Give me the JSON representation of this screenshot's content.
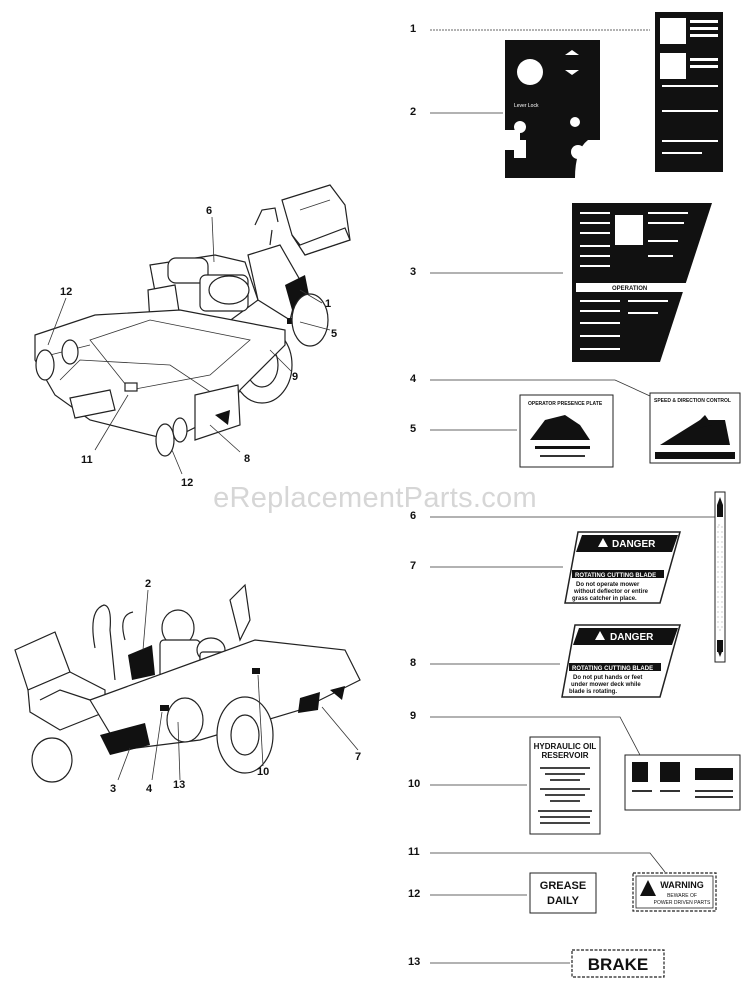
{
  "watermark": "eReplacementParts.com",
  "mower_top_callouts": [
    "6",
    "12",
    "1",
    "5",
    "9",
    "11",
    "12",
    "8"
  ],
  "mower_bottom_callouts": [
    "2",
    "3",
    "4",
    "13",
    "10",
    "7"
  ],
  "decal_numbers": [
    "1",
    "2",
    "3",
    "4",
    "5",
    "6",
    "7",
    "8",
    "9",
    "10",
    "11",
    "12",
    "13"
  ],
  "decals": {
    "d2": {
      "lever_label": "Lever Lock"
    },
    "d3": {
      "header": "OPERATION"
    },
    "d4": {
      "title": "SPEED & DIRECTION CONTROL"
    },
    "d5": {
      "title": "OPERATOR PRESENCE PLATE"
    },
    "d7": {
      "title": "DANGER",
      "line1": "ROTATING CUTTING BLADE",
      "line2": "Do not operate mower",
      "line3": "without deflector or entire",
      "line4": "grass catcher in place."
    },
    "d8": {
      "title": "DANGER",
      "line1": "ROTATING CUTTING BLADE",
      "line2": "Do not put hands or feet",
      "line3": "under mower deck while",
      "line4": "blade is rotating."
    },
    "d10": {
      "line1": "HYDRAULIC OIL",
      "line2": "RESERVOIR"
    },
    "d11": {
      "title": "WARNING",
      "line1": "BEWARE OF",
      "line2": "POWER DRIVEN PARTS"
    },
    "d12": {
      "line1": "GREASE",
      "line2": "DAILY"
    },
    "d13": {
      "label": "BRAKE"
    }
  },
  "colors": {
    "ink": "#111111",
    "paper": "#ffffff",
    "watermark": "#d6d6d6"
  }
}
